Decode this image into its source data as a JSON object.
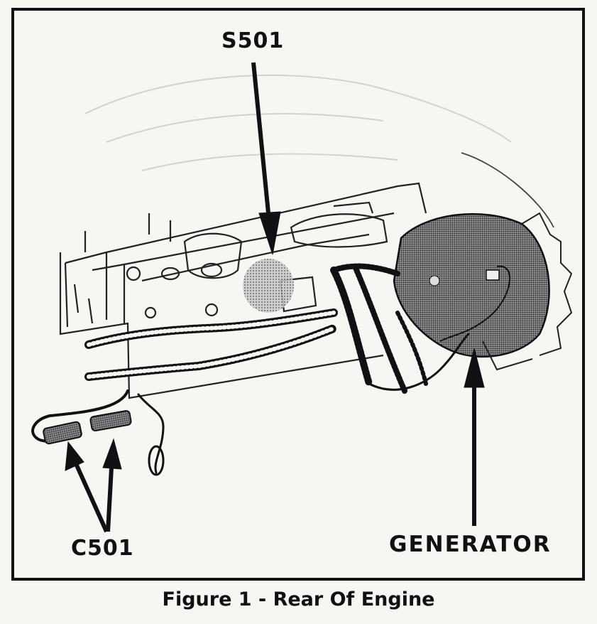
{
  "labels": {
    "s501": "S501",
    "c501": "C501",
    "generator": "GENERATOR"
  },
  "caption": "Figure 1 - Rear Of Engine",
  "colors": {
    "ink": "#111111",
    "paper": "#f7f6f2",
    "shade": "#9a9a9a"
  }
}
